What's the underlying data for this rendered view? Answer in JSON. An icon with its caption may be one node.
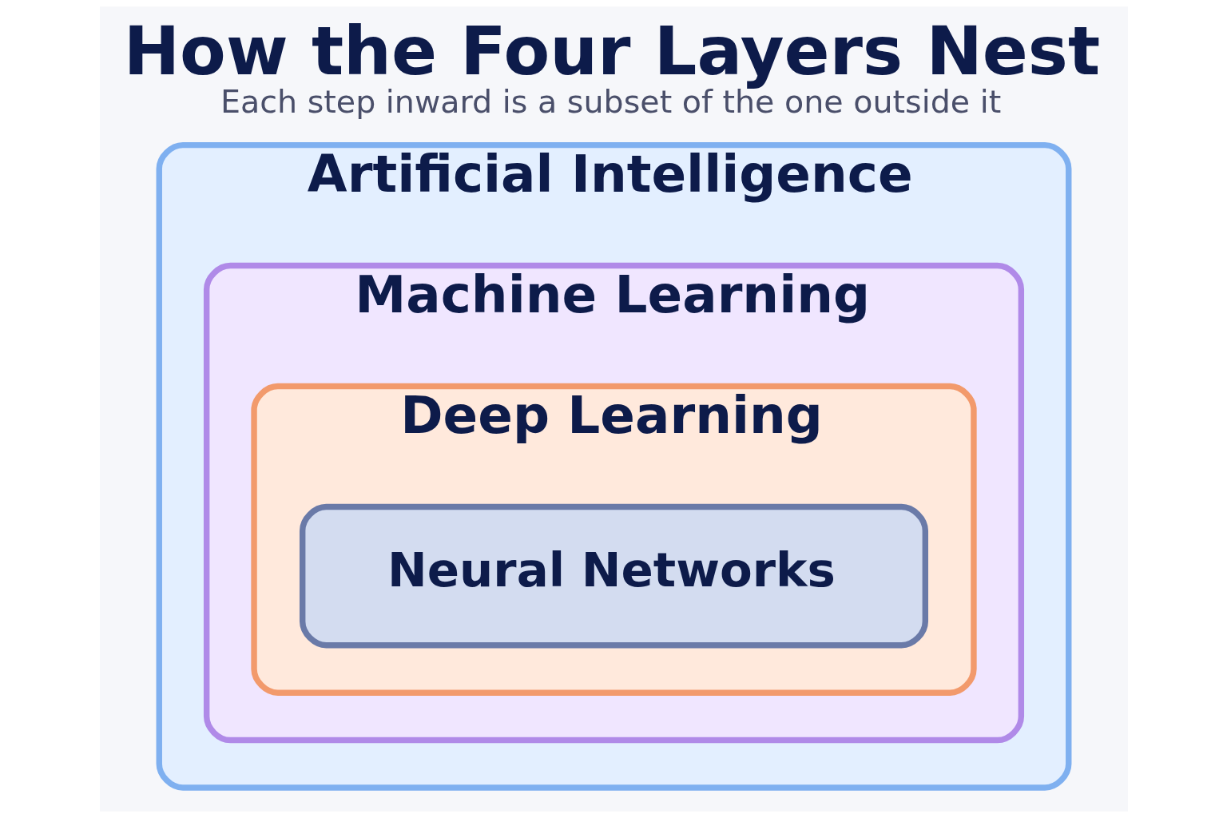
{
  "diagram": {
    "title": "How the Four Layers Nest",
    "caption": "Each step inward is a subset of the one outside it",
    "nodes": [
      {
        "text": [
          "Artificial Intelligence"
        ]
      },
      {
        "text": [
          "Machine Learning"
        ],
        "in": 0
      },
      {
        "text": [
          "Deep Learning"
        ],
        "in": 1
      },
      {
        "text": [
          "Neural Networks"
        ],
        "in": 2
      }
    ]
  }
}
